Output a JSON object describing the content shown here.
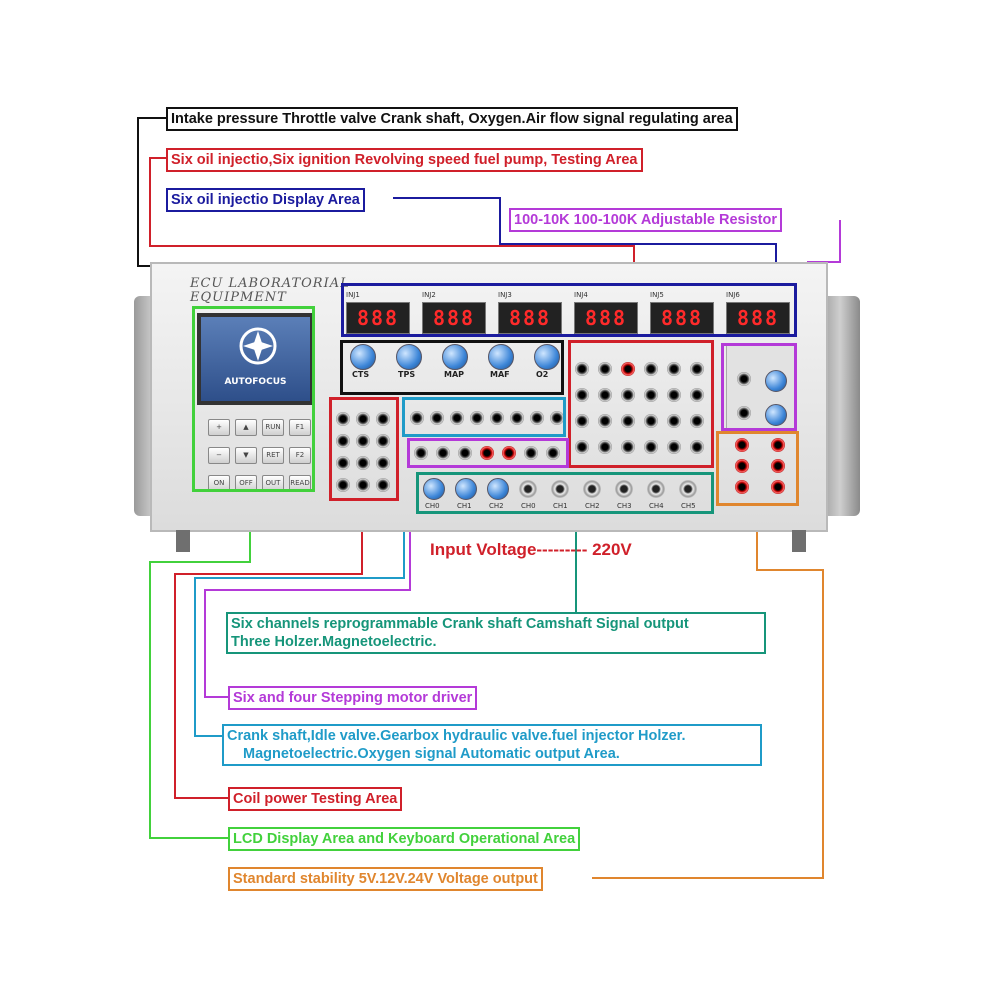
{
  "device": {
    "brand_line1": "ECU LABORATORIAL",
    "brand_line2": "EQUIPMENT",
    "lcd_text": "AUTOFOCUS",
    "injector_labels": [
      "INJ1",
      "INJ2",
      "INJ3",
      "INJ4",
      "INJ5",
      "INJ6"
    ],
    "display_value": "888",
    "knob_labels": [
      "CTS",
      "TPS",
      "MAP",
      "MAF",
      "O2"
    ],
    "channel_labels": [
      "CH0",
      "CH1",
      "CH2",
      "CH0",
      "CH1",
      "CH2",
      "CH3",
      "CH4",
      "CH5"
    ],
    "keys": [
      "+",
      "▲",
      "RUN",
      "F1",
      "−",
      "▼",
      "RET",
      "F2",
      "ON",
      "OFF",
      "OUT",
      "READ"
    ]
  },
  "callouts": {
    "intake": "Intake pressure Throttle valve Crank shaft, Oxygen.Air flow signal regulating area",
    "six_oil_test": "Six oil injectio,Six ignition Revolving speed fuel pump, Testing Area",
    "six_oil_display": "Six oil injectio Display Area",
    "resistor": "100-10K   100-100K  Adjustable Resistor",
    "input_voltage": "Input Voltage--------- 220V",
    "six_channels_1": "Six channels reprogrammable Crank shaft Camshaft Signal output",
    "six_channels_2": "Three Holzer.Magnetoelectric.",
    "stepping": "Six and four Stepping motor driver",
    "crank_1": "Crank shaft,Idle valve.Gearbox hydraulic valve.fuel injector Holzer.",
    "crank_2": "Magnetoelectric.Oxygen signal Automatic output Area.",
    "coil": "Coil power Testing Area",
    "lcd": "LCD Display Area and Keyboard Operational Area",
    "voltage_output": "Standard stability 5V.12V.24V Voltage output"
  },
  "colors": {
    "black": "#111111",
    "red": "#d0202a",
    "blue": "#1b1b9e",
    "purple": "#b43ad8",
    "teal": "#16957a",
    "cyan": "#1f9bc8",
    "green": "#42d13c",
    "orange": "#e0862e"
  }
}
